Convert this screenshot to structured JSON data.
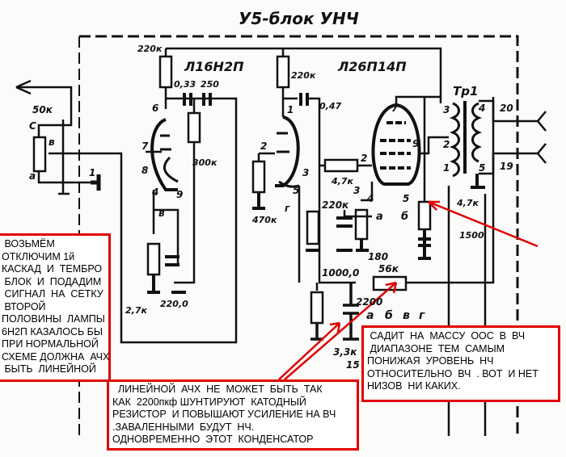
{
  "diagram": {
    "title": "У5-блок УНЧ",
    "tubes": [
      {
        "ref": "Л1",
        "type": "6Н2П",
        "label": "Л16Н2П"
      },
      {
        "ref": "Л2",
        "type": "6П14П",
        "label": "Л26П14П"
      }
    ],
    "transformer": {
      "ref": "Тр1"
    },
    "component_labels": {
      "r_anode1": "220к",
      "c_033": "0,33",
      "c_250": "250",
      "r_anode2": "220к",
      "c_047": "0,47",
      "pot": "50к",
      "r_300k": "300к",
      "r_27k": "2,7к",
      "c_2200uf": "220,0",
      "r_470k": "470к",
      "r_47k_grid": "4,7к",
      "r_220k_bottom": "220к",
      "c_1000": "1000,0",
      "r_180": "180",
      "r_56k": "56к",
      "c_2200": "2200",
      "r_33k": "3,3к",
      "r_47k_tr": "4,7к",
      "c_1500": "1500"
    },
    "pin_labels": {
      "pot_c": "С",
      "pot_b": "в",
      "pot_a": "а",
      "conn_1": "1",
      "l1_6": "6",
      "l1_7": "7",
      "l1_8": "8",
      "l1_4": "4",
      "l1_9": "9",
      "l1_b": "в",
      "l1b_1": "1",
      "l1b_2": "2",
      "l1b_3": "3",
      "l1b_5": "5",
      "l1b_g": "г",
      "l2_7": "7",
      "l2_9": "9",
      "l2_2": "2",
      "l2_3": "3",
      "l2_4": "4",
      "l2_5": "5",
      "l2_a": "а",
      "l2_b": "б",
      "tr_3": "3",
      "tr_2": "2",
      "tr_1": "1",
      "tr_4": "4",
      "tr_5": "5",
      "out_20": "20",
      "out_19": "19",
      "bus_a": "а",
      "bus_b": "б",
      "bus_v": "в",
      "bus_g": "г",
      "bus_15": "15"
    },
    "accent_color": "#e00000"
  },
  "annotations": {
    "left": [
      " ВОЗЬМЁМ",
      "ОТКЛЮЧИМ 1й",
      "КАСКАД  И  ТЕМБРО",
      " БЛОК  И  ПОДАДИМ",
      " СИГНАЛ  НА  СЕТКУ",
      " ВТОРОЙ",
      "ПОЛОВИНЫ  ЛАМПЫ",
      "6Н2П КАЗАЛОСЬ БЫ",
      "ПРИ НОРМАЛЬНОЙ",
      "СХЕМЕ ДОЛЖНА  АЧХ",
      " БЫТЬ  ЛИНЕЙНОЙ"
    ],
    "bottom": [
      "  ЛИНЕЙНОЙ  АЧХ  НЕ  МОЖЕТ  БЫТЬ  ТАК",
      "КАК  2200пкф ШУНТИРУЮТ  КАТОДНЫЙ",
      "РЕЗИСТОР  И ПОВЫШАЮТ УСИЛЕНИЕ НА ВЧ",
      ".ЗАВАЛЕННЫМИ  БУДУТ  НЧ.",
      "ОДНОВРЕМЕННО  ЭТОТ  КОНДЕНСАТОР"
    ],
    "right": [
      " САДИТ  НА  МАССУ  ООС  В  ВЧ",
      " ДИАПАЗОНЕ  ТЕМ  САМЫМ",
      "ПОНИЖАЯ  УРОВЕНЬ  НЧ",
      "ОТНОСИТЕЛЬНО  ВЧ  . ВОТ  И НЕТ",
      "НИЗОВ  НИ КАКИХ."
    ]
  }
}
